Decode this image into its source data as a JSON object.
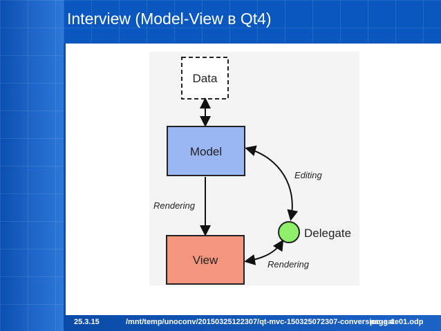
{
  "slide": {
    "title": "Interview (Model-View в Qt4)"
  },
  "footer": {
    "date": "25.3.15",
    "path": "/mnt/temp/unoconv/20150325122307/qt-mvc-150325072307-conversion-gate01.odp",
    "page": "page 4"
  },
  "diagram": {
    "data_label": "Data",
    "model_label": "Model",
    "view_label": "View",
    "delegate_label": "Delegate",
    "rendering_left": "Rendering",
    "editing": "Editing",
    "rendering_right": "Rendering"
  },
  "colors": {
    "model_fill": "#9ab6f3",
    "view_fill": "#f4957d",
    "delegate_fill": "#8fef6a",
    "header_blue": "#0a57c0"
  }
}
